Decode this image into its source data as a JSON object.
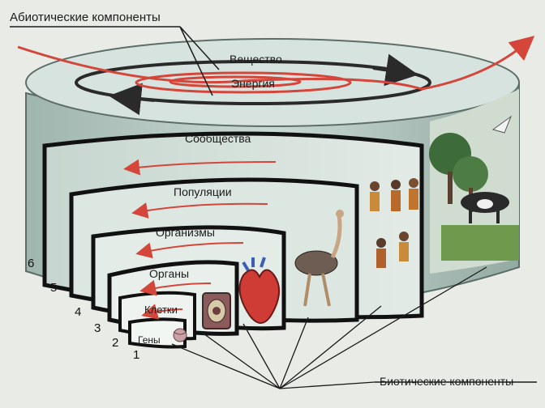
{
  "header": {
    "abiotic_label": "Абиотические компоненты"
  },
  "top": {
    "substance_label": "Вещество",
    "energy_label": "Энергия"
  },
  "levels": [
    {
      "number": "6",
      "label": "Сообщества"
    },
    {
      "number": "5",
      "label": "Популяции"
    },
    {
      "number": "4",
      "label": "Организмы"
    },
    {
      "number": "3",
      "label": "Органы"
    },
    {
      "number": "2",
      "label": "Клетки"
    },
    {
      "number": "1",
      "label": "Гены"
    }
  ],
  "footer": {
    "biotic_label": "Биотические компоненты"
  },
  "colors": {
    "arrow_red": "#d4453a",
    "ring_dark": "#2a2a2a",
    "cylinder": "#b8cbc4",
    "cylinder_dark": "#93aaa2"
  }
}
